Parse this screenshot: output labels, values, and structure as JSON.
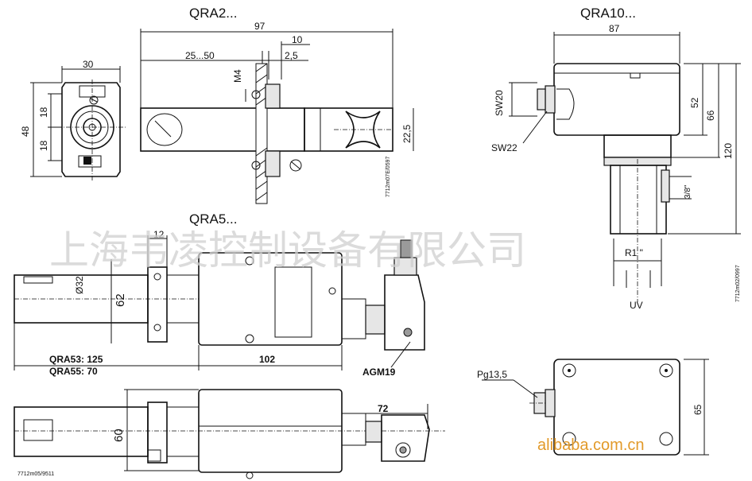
{
  "titles": {
    "qra2": "QRA2...",
    "qra10": "QRA10...",
    "qra5": "QRA5..."
  },
  "qra2": {
    "dim_97": "97",
    "dim_10": "10",
    "dim_25_50": "25...50",
    "dim_2_5": "2,5",
    "dim_m4": "M4",
    "dim_30": "30",
    "dim_48": "48",
    "dim_18_top": "18",
    "dim_18_bottom": "18",
    "dim_22_5": "22,5",
    "drawing_no": "7712m07E/0597"
  },
  "qra10": {
    "dim_87": "87",
    "dim_sw20": "SW20",
    "dim_sw22": "SW22",
    "dim_52": "52",
    "dim_66": "66",
    "dim_120": "120",
    "dim_3_8": "3/8\"",
    "dim_r1": "R1 \"",
    "label_uv": "UV",
    "drawing_no": "7712m02/0997"
  },
  "qra5": {
    "dim_12": "12",
    "dim_d32": "Ø32",
    "dim_62": "62",
    "dim_qra53": "QRA53: 125",
    "dim_qra55": "QRA55:  70",
    "dim_102": "102",
    "label_agm19": "AGM19",
    "dim_60": "60",
    "dim_72": "72",
    "drawing_no": "7712m05/9511"
  },
  "bottom_right": {
    "dim_pg13_5": "Pg13,5",
    "dim_65": "65"
  },
  "watermark": {
    "chinese": "上海韦凌控制设备有限公司",
    "site": "alibaba.com.cn"
  }
}
